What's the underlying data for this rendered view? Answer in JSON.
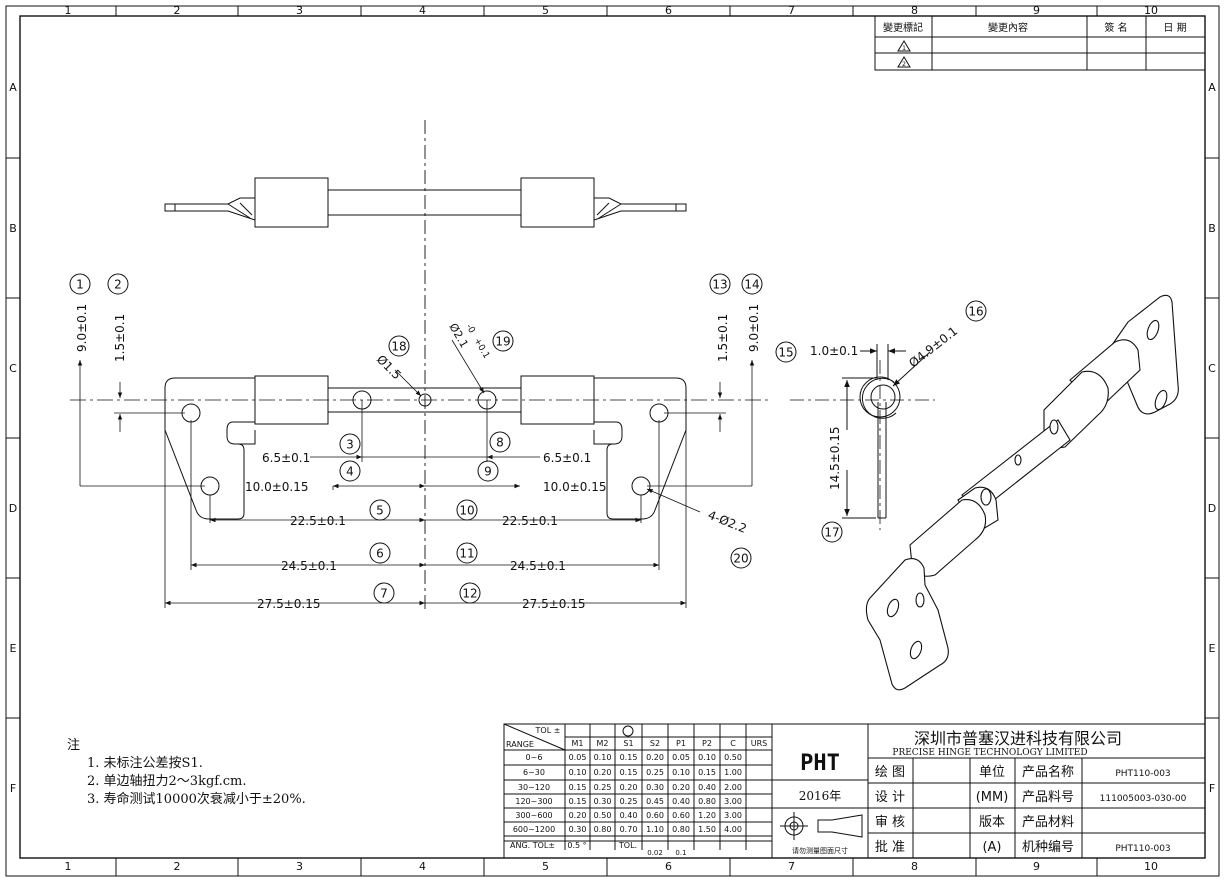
{
  "grid": {
    "columns": [
      "1",
      "2",
      "3",
      "4",
      "5",
      "6",
      "7",
      "8",
      "9",
      "10"
    ],
    "rows": [
      "A",
      "B",
      "C",
      "D",
      "E",
      "F"
    ]
  },
  "revision_table": {
    "headers": [
      "變更標記",
      "變更內容",
      "簽 名",
      "日 期"
    ],
    "marks": [
      "1",
      "2"
    ]
  },
  "dimensions": {
    "d1": "9.0±0.1",
    "d2": "1.5±0.1",
    "d13": "1.5±0.1",
    "d14": "9.0±0.1",
    "d18": "Ø1.5",
    "d19a": "Ø2.1",
    "d19b": "-0",
    "d19c": "+0.1",
    "d3": "6.5±0.1",
    "d8": "6.5±0.1",
    "d4": "10.0±0.15",
    "d9": "10.0±0.15",
    "d5": "22.5±0.1",
    "d10": "22.5±0.1",
    "d6": "24.5±0.1",
    "d11": "24.5±0.1",
    "d7": "27.5±0.15",
    "d12": "27.5±0.15",
    "d20": "4-Ø2.2",
    "d15a": "1.0±0.1",
    "d16": "Ø4.9±0.1",
    "d17": "14.5±0.15"
  },
  "balloons": [
    "1",
    "2",
    "3",
    "4",
    "5",
    "6",
    "7",
    "8",
    "9",
    "10",
    "11",
    "12",
    "13",
    "14",
    "15",
    "16",
    "17",
    "18",
    "19",
    "20"
  ],
  "notes": {
    "title": "注",
    "items": [
      "1. 未标注公差按S1.",
      "2. 单边轴扭力2～3kgf.cm.",
      "3. 寿命测试10000次衰减小于±20%."
    ]
  },
  "tolerance_table": {
    "corner_top": "TOL ±",
    "corner_bottom": "RANGE",
    "headers": [
      "M1",
      "M2",
      "S1",
      "S2",
      "P1",
      "P2",
      "C",
      "URS"
    ],
    "rows": [
      {
        "range": "0~6",
        "values": [
          "0.05",
          "0.10",
          "0.15",
          "0.20",
          "0.05",
          "0.10",
          "0.50",
          ""
        ]
      },
      {
        "range": "6~30",
        "values": [
          "0.10",
          "0.20",
          "0.15",
          "0.25",
          "0.10",
          "0.15",
          "1.00",
          ""
        ]
      },
      {
        "range": "30~120",
        "values": [
          "0.15",
          "0.25",
          "0.20",
          "0.30",
          "0.20",
          "0.40",
          "2.00",
          ""
        ]
      },
      {
        "range": "120~300",
        "values": [
          "0.15",
          "0.30",
          "0.25",
          "0.45",
          "0.40",
          "0.80",
          "3.00",
          ""
        ]
      },
      {
        "range": "300~600",
        "values": [
          "0.20",
          "0.50",
          "0.40",
          "0.60",
          "0.60",
          "1.20",
          "3.00",
          ""
        ]
      },
      {
        "range": "600~1200",
        "values": [
          "0.30",
          "0.80",
          "0.70",
          "1.10",
          "0.80",
          "1.50",
          "4.00",
          ""
        ]
      }
    ],
    "ang_label": "ANG.  TOL±",
    "ang_value": "0.5 °",
    "tol_label": "TOL.",
    "tol_vals": [
      "0.02",
      "0.1"
    ]
  },
  "title_block": {
    "logo": "PHT",
    "year": "2016年",
    "projection_note": "请勿测量图面尺寸",
    "company_cn": "深圳市普塞汉进科技有限公司",
    "company_en": "PRECISE HINGE TECHNOLOGY LIMITED",
    "role_labels": [
      "绘 图",
      "设 计",
      "审 核",
      "批 准"
    ],
    "unit_label": "单位",
    "unit_value": "(MM)",
    "version_label": "版本",
    "version_value": "(A)",
    "field_labels": [
      "产品名称",
      "产品料号",
      "产品材料",
      "机种编号"
    ],
    "field_values": [
      "PHT110-003",
      "111005003-030-00",
      "",
      "PHT110-003"
    ]
  }
}
